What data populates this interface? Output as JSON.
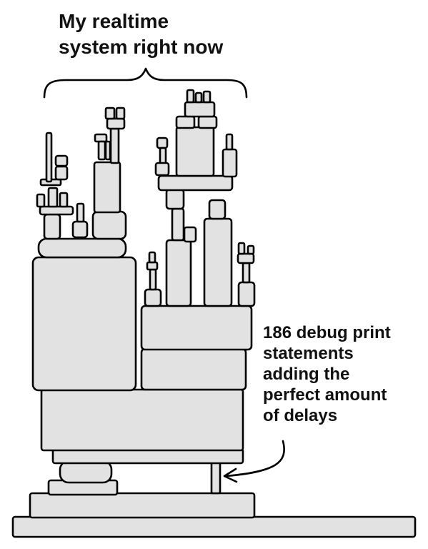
{
  "texts": {
    "title_lines": [
      "My realtime",
      "system right now"
    ],
    "note_lines": [
      "186 debug print",
      "statements",
      "adding the",
      "perfect amount",
      "of delays"
    ]
  },
  "colors": {
    "block_fill": "#e2e2e2",
    "ink": "#000000",
    "background": "#ffffff"
  }
}
